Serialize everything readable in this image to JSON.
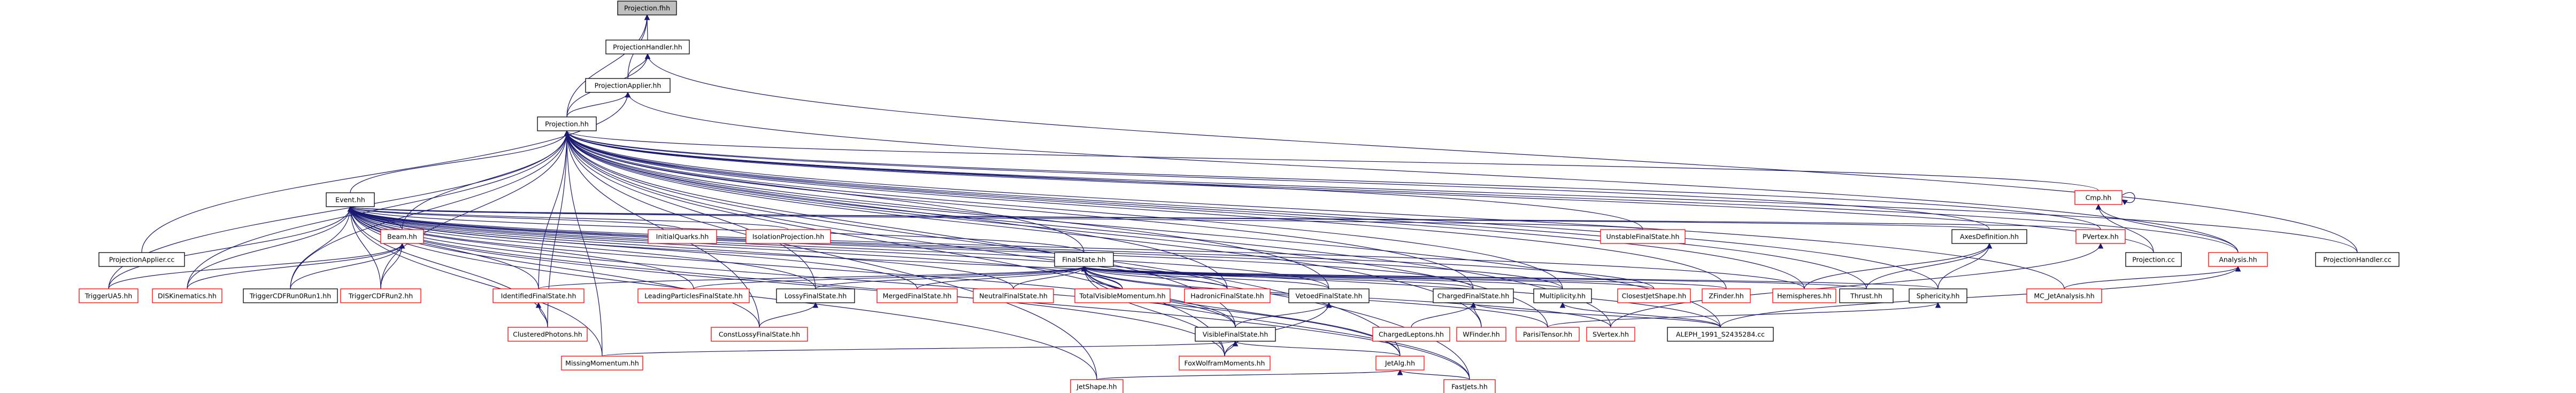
{
  "colors": {
    "edge": "#191970",
    "root_fill": "#bfbfbf",
    "plain_border": "#000000",
    "red_border": "#ff0000",
    "text_plain": "#000000"
  },
  "nodes": [
    {
      "id": "root",
      "label": "Projection.fhh",
      "style": "root"
    },
    {
      "id": "handler_hh",
      "label": "ProjectionHandler.hh",
      "style": "plain"
    },
    {
      "id": "applier_hh",
      "label": "ProjectionApplier.hh",
      "style": "plain"
    },
    {
      "id": "projection_hh",
      "label": "Projection.hh",
      "style": "plain"
    },
    {
      "id": "event_hh",
      "label": "Event.hh",
      "style": "plain"
    },
    {
      "id": "cmp_hh",
      "label": "Cmp.hh",
      "style": "red"
    },
    {
      "id": "applier_cc",
      "label": "ProjectionApplier.cc",
      "style": "plain"
    },
    {
      "id": "beam_hh",
      "label": "Beam.hh",
      "style": "red"
    },
    {
      "id": "initialquarks_hh",
      "label": "InitialQuarks.hh",
      "style": "red"
    },
    {
      "id": "isolationprojection_hh",
      "label": "IsolationProjection.hh",
      "style": "red"
    },
    {
      "id": "unstablefinalstate_hh",
      "label": "UnstableFinalState.hh",
      "style": "red"
    },
    {
      "id": "axesdefinition_hh",
      "label": "AxesDefinition.hh",
      "style": "plain"
    },
    {
      "id": "pvertex_hh",
      "label": "PVertex.hh",
      "style": "red"
    },
    {
      "id": "projection_cc",
      "label": "Projection.cc",
      "style": "plain"
    },
    {
      "id": "analysis_hh",
      "label": "Analysis.hh",
      "style": "red"
    },
    {
      "id": "handler_cc",
      "label": "ProjectionHandler.cc",
      "style": "plain"
    },
    {
      "id": "finalstate_hh",
      "label": "FinalState.hh",
      "style": "plain"
    },
    {
      "id": "triggerua5_hh",
      "label": "TriggerUA5.hh",
      "style": "red"
    },
    {
      "id": "diskinematics_hh",
      "label": "DISKinematics.hh",
      "style": "red"
    },
    {
      "id": "triggercdfrun0run1_hh",
      "label": "TriggerCDFRun0Run1.hh",
      "style": "plain"
    },
    {
      "id": "triggercdfrun2_hh",
      "label": "TriggerCDFRun2.hh",
      "style": "red"
    },
    {
      "id": "identifiedfinalstate_hh",
      "label": "IdentifiedFinalState.hh",
      "style": "red"
    },
    {
      "id": "leadingparticles_hh",
      "label": "LeadingParticlesFinalState.hh",
      "style": "red"
    },
    {
      "id": "lossyfinalstate_hh",
      "label": "LossyFinalState.hh",
      "style": "plain"
    },
    {
      "id": "mergedfinalstate_hh",
      "label": "MergedFinalState.hh",
      "style": "red"
    },
    {
      "id": "neutralfinalstate_hh",
      "label": "NeutralFinalState.hh",
      "style": "red"
    },
    {
      "id": "totalvisiblemomentum_hh",
      "label": "TotalVisibleMomentum.hh",
      "style": "red"
    },
    {
      "id": "hadronicfinalstate_hh",
      "label": "HadronicFinalState.hh",
      "style": "red"
    },
    {
      "id": "vetoedfinalstate_hh",
      "label": "VetoedFinalState.hh",
      "style": "plain"
    },
    {
      "id": "chargedfinalstate_hh",
      "label": "ChargedFinalState.hh",
      "style": "plain"
    },
    {
      "id": "multiplicity_hh",
      "label": "Multiplicity.hh",
      "style": "plain"
    },
    {
      "id": "closestjetshape_hh",
      "label": "ClosestJetShape.hh",
      "style": "red"
    },
    {
      "id": "zfinder_hh",
      "label": "ZFinder.hh",
      "style": "red"
    },
    {
      "id": "hemispheres_hh",
      "label": "Hemispheres.hh",
      "style": "red"
    },
    {
      "id": "thrust_hh",
      "label": "Thrust.hh",
      "style": "plain"
    },
    {
      "id": "sphericity_hh",
      "label": "Sphericity.hh",
      "style": "plain"
    },
    {
      "id": "mc_jetanalysis_hh",
      "label": "MC_JetAnalysis.hh",
      "style": "red"
    },
    {
      "id": "clusteredphotons_hh",
      "label": "ClusteredPhotons.hh",
      "style": "red"
    },
    {
      "id": "constlossyfinalstate_hh",
      "label": "ConstLossyFinalState.hh",
      "style": "red"
    },
    {
      "id": "visiblefinalstate_hh",
      "label": "VisibleFinalState.hh",
      "style": "plain"
    },
    {
      "id": "chargedleptons_hh",
      "label": "ChargedLeptons.hh",
      "style": "red"
    },
    {
      "id": "wfinder_hh",
      "label": "WFinder.hh",
      "style": "red"
    },
    {
      "id": "sthrenter_hh",
      "label": "SVertex.hh",
      "style": "red"
    },
    {
      "id": "aleph_cc",
      "label": "ALEPH_1991_S2435284.cc",
      "style": "plain"
    },
    {
      "id": "parisitensor_hh",
      "label": "ParisiTensor.hh",
      "style": "red"
    },
    {
      "id": "missingmomentum_hh",
      "label": "MissingMomentum.hh",
      "style": "red"
    },
    {
      "id": "foxwolfram_hh",
      "label": "FoxWolframMoments.hh",
      "style": "red"
    },
    {
      "id": "jetalg_hh",
      "label": "JetAlg.hh",
      "style": "red"
    },
    {
      "id": "jetshape_hh",
      "label": "JetShape.hh",
      "style": "red"
    },
    {
      "id": "fastjets_hh",
      "label": "FastJets.hh",
      "style": "red"
    }
  ]
}
